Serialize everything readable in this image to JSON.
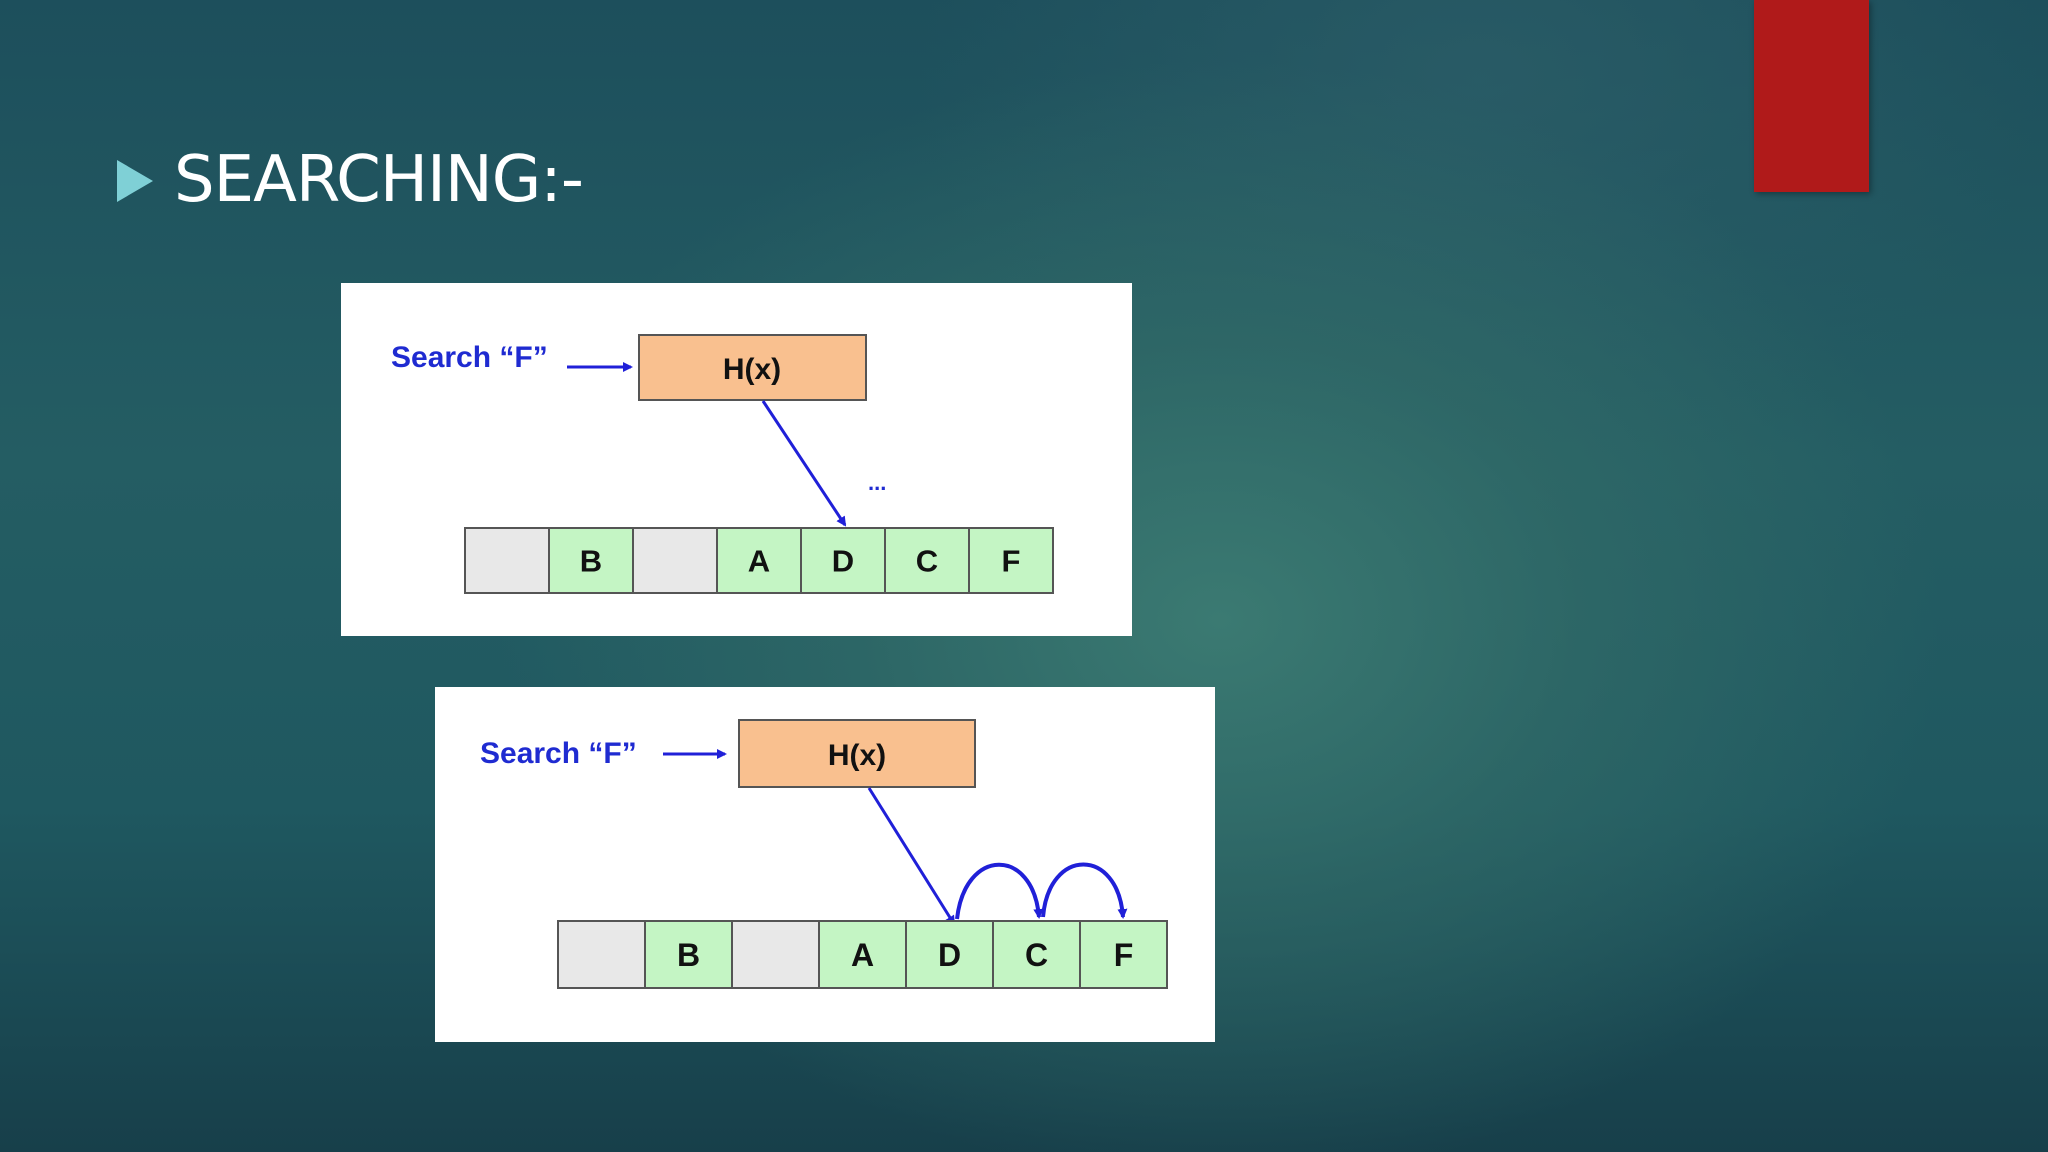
{
  "slide": {
    "title": "SEARCHING:-",
    "accent_color": "#b01a1a",
    "bullet_icon": "triangle-bullet-icon"
  },
  "diagram1": {
    "search_label": "Search “F”",
    "hash_label": "H(x)",
    "ellipsis": "...",
    "cells": [
      "",
      "B",
      "",
      "A",
      "D",
      "C",
      "F"
    ]
  },
  "diagram2": {
    "search_label": "Search “F”",
    "hash_label": "H(x)",
    "cells": [
      "",
      "B",
      "",
      "A",
      "D",
      "C",
      "F"
    ]
  },
  "colors": {
    "text_blue": "#1f2bd1",
    "hash_box": "#f9c08f",
    "cell_filled": "#c4f5c4",
    "cell_empty": "#e8e8e8",
    "arrow": "#2020d8"
  }
}
